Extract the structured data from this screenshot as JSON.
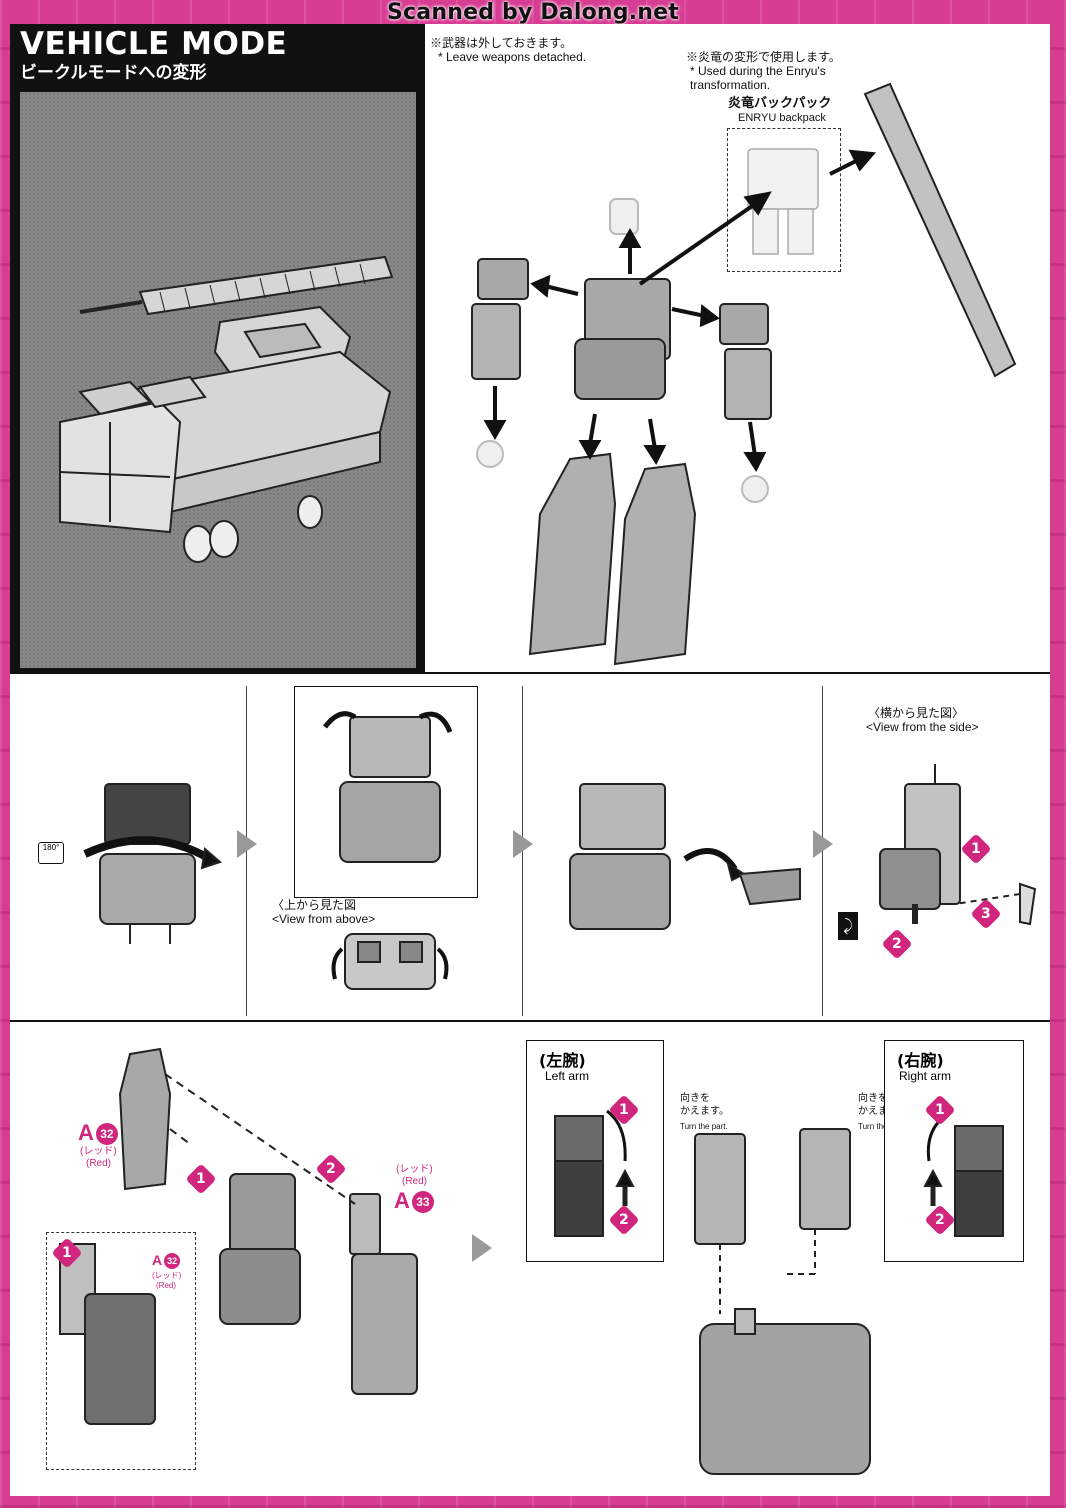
{
  "watermark": "Scanned by Dalong.net",
  "header": {
    "title_en": "VEHICLE MODE",
    "title_jp": "ビークルモードへの変形"
  },
  "notes": {
    "weapons_jp": "※武器は外しておきます。",
    "weapons_en": "* Leave weapons detached.",
    "enryu_jp": "※炎竜の変形で使用します。",
    "enryu_en": "* Used during the Enryu's\ntransformation.",
    "backpack_jp": "炎竜バックパック",
    "backpack_en": "ENRYU backpack"
  },
  "middle": {
    "rotate_badge": "180°",
    "view_above_jp": "〈上から見た図",
    "view_above_en": "<View from above>",
    "view_side_jp": "〈横から見た図〉",
    "view_side_en": "<View from the side>",
    "steps": [
      "1",
      "2",
      "3"
    ]
  },
  "bottom": {
    "part_a32": {
      "letter": "A",
      "number": "32",
      "color_jp": "(レッド)",
      "color_en": "(Red)"
    },
    "part_a33": {
      "letter": "A",
      "number": "33",
      "color_jp": "(レッド)",
      "color_en": "(Red)"
    },
    "left_arm_jp": "(左腕)",
    "left_arm_en": "Left arm",
    "right_arm_jp": "(右腕)",
    "right_arm_en": "Right arm",
    "turn_jp": "向きを\nかえます。",
    "turn_en": "Turn the part.",
    "steps": [
      "1",
      "2"
    ]
  },
  "colors": {
    "frame": "#d63d93",
    "accent": "#d1267d",
    "ink": "#111111",
    "part_gray": "#8c8c8c"
  }
}
